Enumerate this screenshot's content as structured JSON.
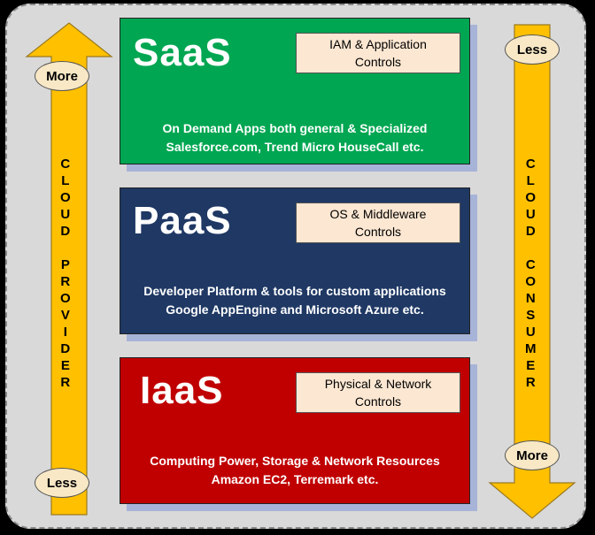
{
  "layers": [
    {
      "title": "SaaS",
      "controls": [
        "IAM & Application",
        "Controls"
      ],
      "desc": [
        "On Demand Apps both general & Specialized",
        "Salesforce.com, Trend Micro HouseCall etc."
      ],
      "color": "#00a651"
    },
    {
      "title": "PaaS",
      "controls": [
        "OS & Middleware",
        "Controls"
      ],
      "desc": [
        "Developer Platform & tools for custom applications",
        "Google AppEngine and Microsoft Azure etc."
      ],
      "color": "#1f3864"
    },
    {
      "title": "IaaS",
      "controls": [
        "Physical & Network",
        "Controls"
      ],
      "desc": [
        "Computing Power, Storage & Network Resources",
        "Amazon EC2, Terremark etc."
      ],
      "color": "#c00000"
    }
  ],
  "left_arrow": {
    "top_label": "More",
    "bottom_label": "Less",
    "words": [
      "CLOUD",
      "PROVIDER"
    ]
  },
  "right_arrow": {
    "top_label": "Less",
    "bottom_label": "More",
    "words": [
      "CLOUD",
      "CONSUMER"
    ]
  },
  "colors": {
    "arrow_fill": "#ffc000",
    "oval_fill": "#f8e8c6",
    "control_box": "#fbe7d2",
    "frame": "#d9d9d9"
  }
}
